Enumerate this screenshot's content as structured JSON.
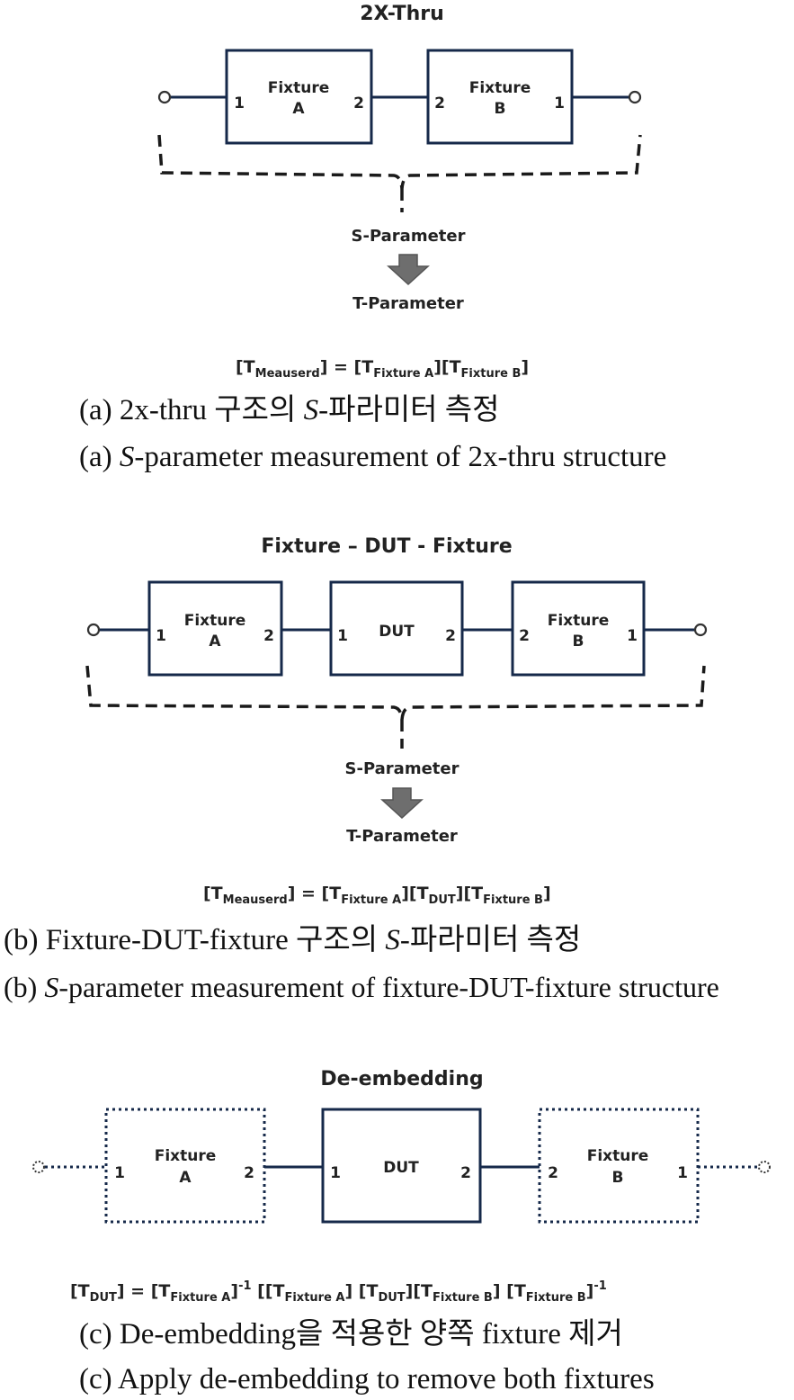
{
  "section_a": {
    "title": "2X-Thru",
    "fixture_a": {
      "line1": "Fixture",
      "line2": "A"
    },
    "fixture_b": {
      "line1": "Fixture",
      "line2": "B"
    },
    "s_param": "S-Parameter",
    "t_param": "T-Parameter",
    "equation": {
      "lhs_sub": "Meauserd",
      "terms": [
        "Fixture A",
        "Fixture B"
      ]
    },
    "caption_kr": {
      "prefix": "(a) 2x-thru 구조의 ",
      "italic": "S",
      "suffix": "-파라미터 측정"
    },
    "caption_en": {
      "prefix": "(a) ",
      "italic": "S",
      "suffix": "-parameter measurement of 2x-thru structure"
    }
  },
  "section_b": {
    "title": "Fixture – DUT - Fixture",
    "fixture_a": {
      "line1": "Fixture",
      "line2": "A"
    },
    "dut": "DUT",
    "fixture_b": {
      "line1": "Fixture",
      "line2": "B"
    },
    "s_param": "S-Parameter",
    "t_param": "T-Parameter",
    "equation": {
      "lhs_sub": "Meauserd",
      "terms": [
        "Fixture A",
        "DUT",
        "Fixture B"
      ]
    },
    "caption_kr": {
      "prefix": "(b) Fixture-DUT-fixture 구조의 ",
      "italic": "S",
      "suffix": "-파라미터 측정"
    },
    "caption_en": {
      "prefix": "(b) ",
      "italic": "S",
      "suffix": "-parameter measurement of fixture-DUT-fixture structure"
    }
  },
  "section_c": {
    "title": "De-embedding",
    "fixture_a": {
      "line1": "Fixture",
      "line2": "A"
    },
    "dut": "DUT",
    "fixture_b": {
      "line1": "Fixture",
      "line2": "B"
    },
    "equation": {
      "lhs_sub": "DUT",
      "fixture_a": "Fixture A",
      "dut": "DUT",
      "fixture_b": "Fixture B",
      "inverse": "-1"
    },
    "caption_kr": "(c) De-embedding을 적용한 양쪽 fixture 제거",
    "caption_en": "(c) Apply de-embedding to remove both fixtures"
  },
  "ports": {
    "p1": "1",
    "p2": "2"
  }
}
